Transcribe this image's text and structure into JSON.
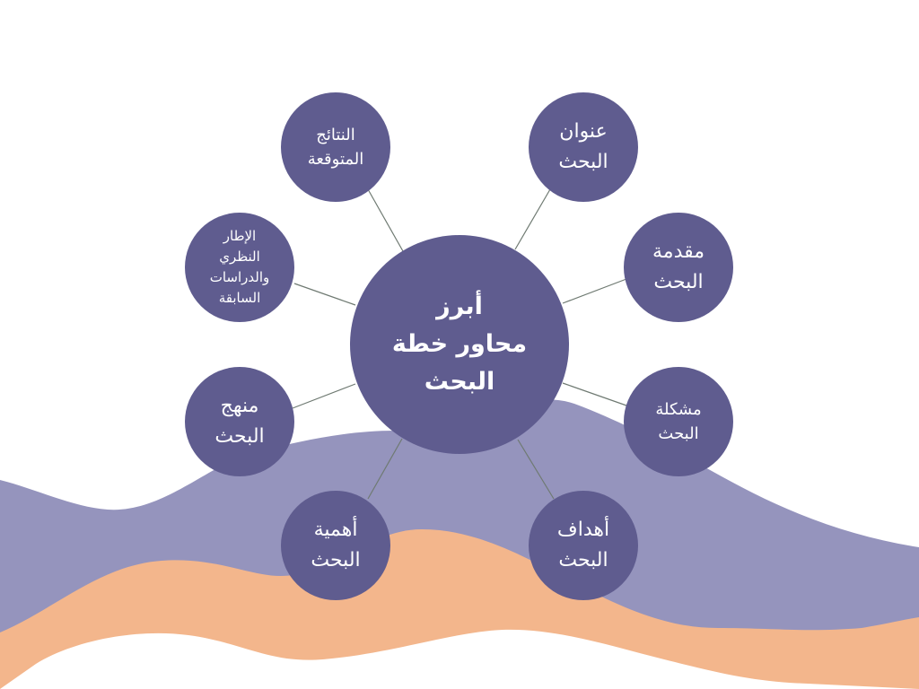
{
  "colors": {
    "node": "#5f5c8f",
    "node_text": "#ffffff",
    "connector": "#6f7a72",
    "wave_purple": "#9594bd",
    "wave_orange": "#f3b68c",
    "background": "#ffffff"
  },
  "diagram": {
    "center": {
      "label": "أبرز\nمحاور خطة\nالبحث"
    },
    "nodes": [
      {
        "id": "title",
        "label": "عنوان\nالبحث"
      },
      {
        "id": "introduction",
        "label": "مقدمة\nالبحث"
      },
      {
        "id": "problem",
        "label": "مشكلة\nالبحث"
      },
      {
        "id": "objectives",
        "label": "أهداف\nالبحث"
      },
      {
        "id": "importance",
        "label": "أهمية\nالبحث"
      },
      {
        "id": "methodology",
        "label": "منهج\nالبحث"
      },
      {
        "id": "framework",
        "label": "الإطار\nالنظري\nوالدراسات\nالسابقة"
      },
      {
        "id": "results",
        "label": "النتائج\nالمتوقعة"
      }
    ]
  }
}
